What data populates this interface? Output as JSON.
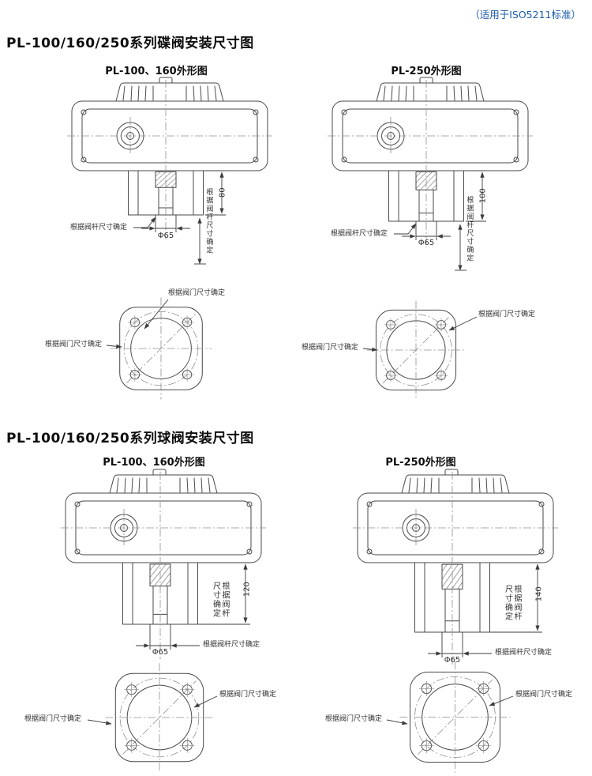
{
  "header": {
    "standard_note": "（适用于ISO5211标准）"
  },
  "butterfly": {
    "title": "PL-100/160/250系列碟阀安装尺寸图",
    "left": {
      "subtitle": "PL-100、160外形图",
      "bracket_height": "80",
      "stem_bore": "Φ65",
      "stem_note": "根据阀杆尺寸确定",
      "stem_note_vertical": "根据阀杆尺寸确定",
      "flange_note_1": "根据阀门尺寸确定",
      "flange_note_2": "根据阀门尺寸确定"
    },
    "right": {
      "subtitle": "PL-250外形图",
      "bracket_height": "100",
      "stem_bore": "Φ65",
      "stem_note": "根据阀杆尺寸确定",
      "stem_note_vertical": "根据阀杆尺寸确定",
      "flange_note_1": "根据阀门尺寸确定",
      "flange_note_2": "根据阀门尺寸确定"
    }
  },
  "ball": {
    "title": "PL-100/160/250系列球阀安装尺寸图",
    "left": {
      "subtitle": "PL-100、160外形图",
      "bracket_height": "120",
      "stem_bore": "Φ65",
      "stem_note": "根据阀杆尺寸确定",
      "stem_note_vertical": "根据阀杆尺寸确定",
      "flange_note_1": "根据阀门尺寸确定",
      "flange_note_2": "根据阀门尺寸确定"
    },
    "right": {
      "subtitle": "PL-250外形图",
      "bracket_height": "140",
      "stem_bore": "Φ65",
      "stem_note": "根据阀杆尺寸确定",
      "stem_note_vertical": "根据阀杆尺寸确定",
      "flange_note_1": "根据阀门尺寸确定",
      "flange_note_2": "根据阀门尺寸确定"
    }
  },
  "colors": {
    "note_blue": "#1d5cab",
    "line_gray": "#4a4a4a"
  }
}
